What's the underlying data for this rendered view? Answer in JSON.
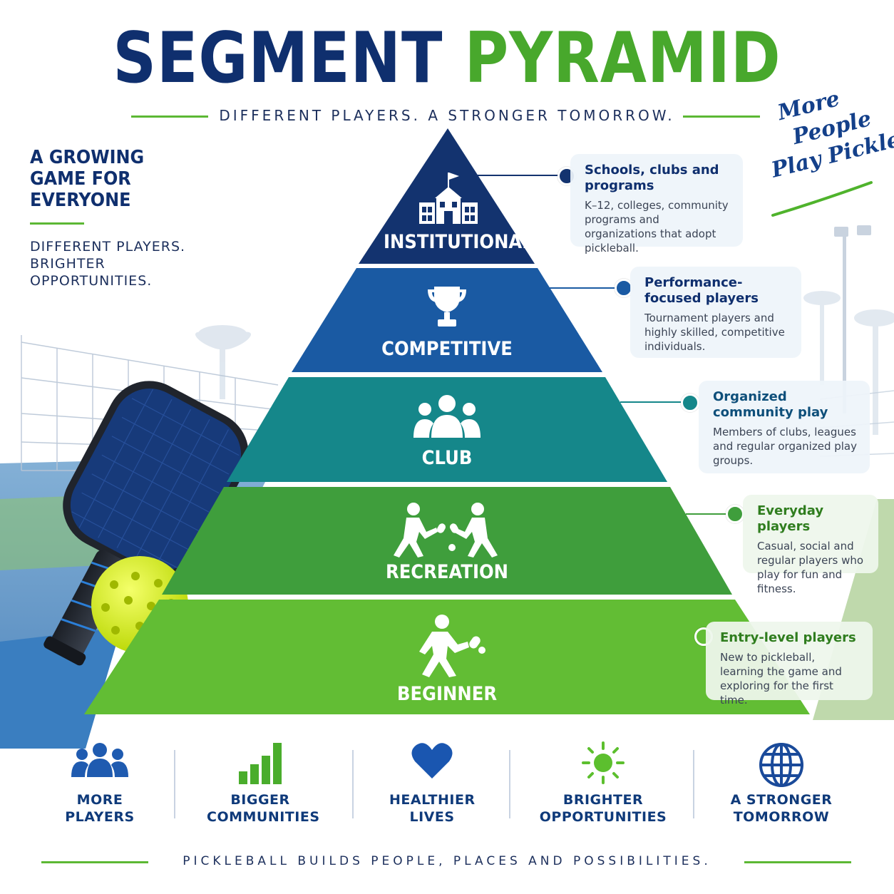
{
  "title": {
    "part1": "SEGMENT",
    "part2": "PYRAMID"
  },
  "tagline": "DIFFERENT PLAYERS. A STRONGER TOMORROW.",
  "left_panel": {
    "heading": "A GROWING GAME FOR EVERYONE",
    "subtext": "DIFFERENT PLAYERS. BRIGHTER OPPORTUNITIES."
  },
  "slogan": {
    "line1": "More",
    "line2": "People",
    "line3": "Play Pickleball"
  },
  "tiers": [
    {
      "label": "INSTITUTIONAL",
      "icon": "school-building-icon",
      "color": "#13336f",
      "callout_title": "Schools, clubs and programs",
      "callout_text": "K–12, colleges, community programs and organizations that adopt pickleball."
    },
    {
      "label": "COMPETITIVE",
      "icon": "trophy-icon",
      "color": "#1a5aa3",
      "callout_title": "Performance-focused players",
      "callout_text": "Tournament players and highly skilled, competitive individuals."
    },
    {
      "label": "CLUB",
      "icon": "group-people-icon",
      "color": "#15878a",
      "callout_title": "Organized community play",
      "callout_text": "Members of clubs, leagues and regular organized play groups."
    },
    {
      "label": "RECREATION",
      "icon": "doubles-players-icon",
      "color": "#3f9e3c",
      "callout_title": "Everyday players",
      "callout_text": "Casual, social and regular players who play for fun and fitness."
    },
    {
      "label": "BEGINNER",
      "icon": "single-player-icon",
      "color": "#62bd34",
      "callout_title": "Entry-level players",
      "callout_text": "New to pickleball, learning the game and exploring for the first time."
    }
  ],
  "benefits": [
    {
      "label": "MORE PLAYERS",
      "icon": "people-icon",
      "color": "#1f5bb0"
    },
    {
      "label": "BIGGER COMMUNITIES",
      "icon": "bar-growth-icon",
      "color": "#4aad2c"
    },
    {
      "label": "HEALTHIER LIVES",
      "icon": "heart-icon",
      "color": "#1a56b0"
    },
    {
      "label": "BRIGHTER OPPORTUNITIES",
      "icon": "sun-icon",
      "color": "#5cbf2e"
    },
    {
      "label": "A STRONGER TOMORROW",
      "icon": "globe-icon",
      "color": "#1a4a9a"
    }
  ],
  "footer": "PICKLEBALL BUILDS PEOPLE, PLACES AND POSSIBILITIES."
}
